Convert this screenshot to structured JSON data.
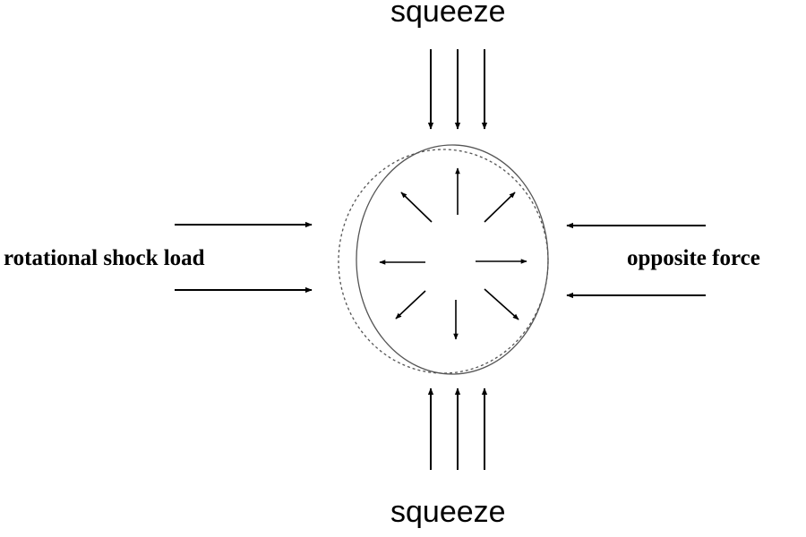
{
  "labels": {
    "top": "squeeze",
    "bottom": "squeeze",
    "left": "rotational shock load",
    "right": "opposite force"
  },
  "style": {
    "line_color": "#000000",
    "circle_color": "#555555",
    "background": "#ffffff"
  }
}
